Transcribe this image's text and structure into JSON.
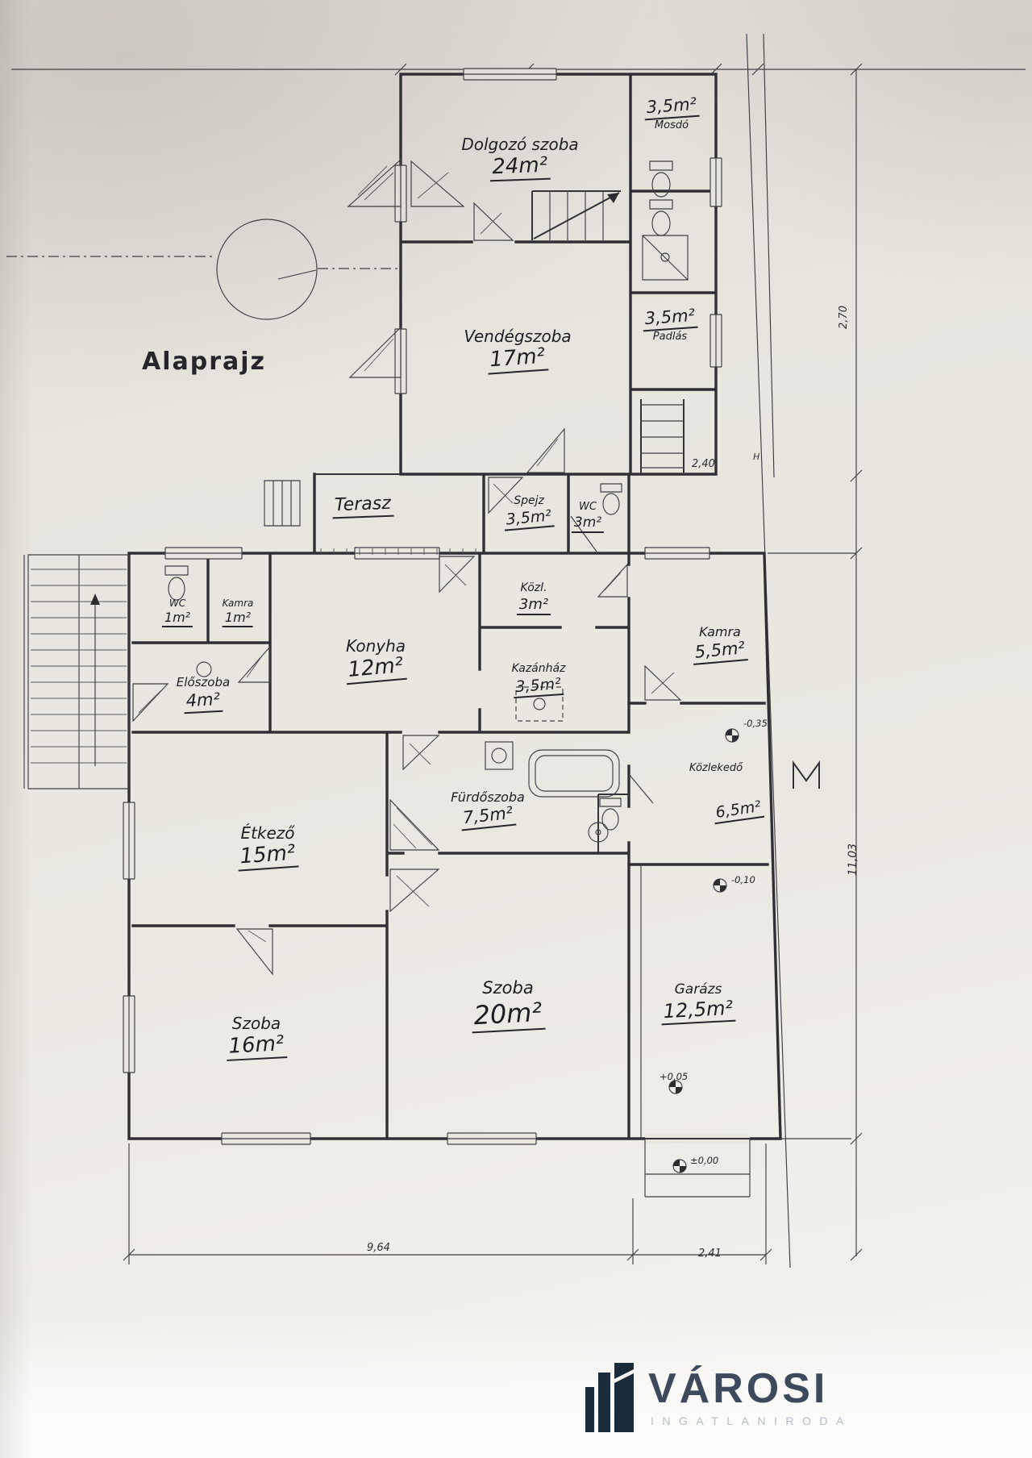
{
  "title": "Alaprajz",
  "rooms": [
    {
      "name": "Dolgozó szoba",
      "area": "24m²"
    },
    {
      "name": "Mosdó",
      "area": "3,5m²"
    },
    {
      "name": "Vendégszoba",
      "area": "17m²"
    },
    {
      "name": "Padlás",
      "area": "3,5m²"
    },
    {
      "name": "Terasz",
      "area": ""
    },
    {
      "name": "Spejz",
      "area": "3,5m²"
    },
    {
      "name": "WC",
      "area": "3m²"
    },
    {
      "name": "WC",
      "area": "1m²"
    },
    {
      "name": "Kamra",
      "area": "1m²"
    },
    {
      "name": "Konyha",
      "area": "12m²"
    },
    {
      "name": "Közl.",
      "area": "3m²"
    },
    {
      "name": "Kamra",
      "area": "5,5m²"
    },
    {
      "name": "Előszoba",
      "area": "4m²"
    },
    {
      "name": "Kazánház",
      "area": "3,5m²"
    },
    {
      "name": "Fürdőszoba",
      "area": "7,5m²"
    },
    {
      "name": "Közlekedő",
      "area": "6,5m²"
    },
    {
      "name": "Étkező",
      "area": "15m²"
    },
    {
      "name": "Szoba",
      "area": "16m²"
    },
    {
      "name": "Szoba",
      "area": "20m²"
    },
    {
      "name": "Garázs",
      "area": "12,5m²"
    }
  ],
  "dimensions": {
    "upper_right_vertical": "2,70",
    "mid_right": "2,40",
    "right_vertical": "11,03",
    "bottom_main": "9,64",
    "bottom_garage": "2,41",
    "boundary_mark": "H"
  },
  "level_marks": [
    "-0,35",
    "-0,10",
    "+0,05",
    "±0,00"
  ],
  "logo": {
    "brand": "VÁROSI",
    "tagline": "INGATLANIRODA"
  }
}
